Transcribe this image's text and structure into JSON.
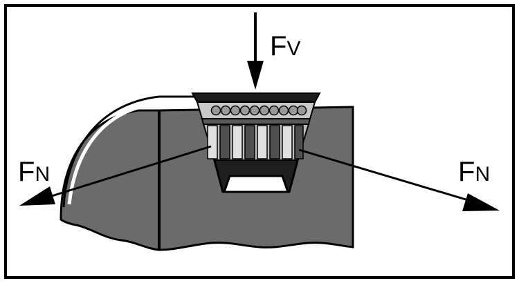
{
  "labels": {
    "vertical_force": {
      "main": "F",
      "sub": "V"
    },
    "normal_force_left": {
      "main": "F",
      "sub": "N"
    },
    "normal_force_right": {
      "main": "F",
      "sub": "N"
    }
  },
  "colors": {
    "background": "#ffffff",
    "frame": "#000000",
    "pulley_fill": "#6b6b6b",
    "belt_top": "#1a1a1a",
    "belt_body": "#b8b8b8",
    "rib_dark": "#555555",
    "rib_light": "#d9d9d9",
    "groove_gap": "#ffffff",
    "outline": "#000000"
  },
  "icons": {
    "down_arrow": "arrow-down-icon",
    "left_arrow": "arrow-left-icon",
    "right_arrow": "arrow-right-icon"
  }
}
